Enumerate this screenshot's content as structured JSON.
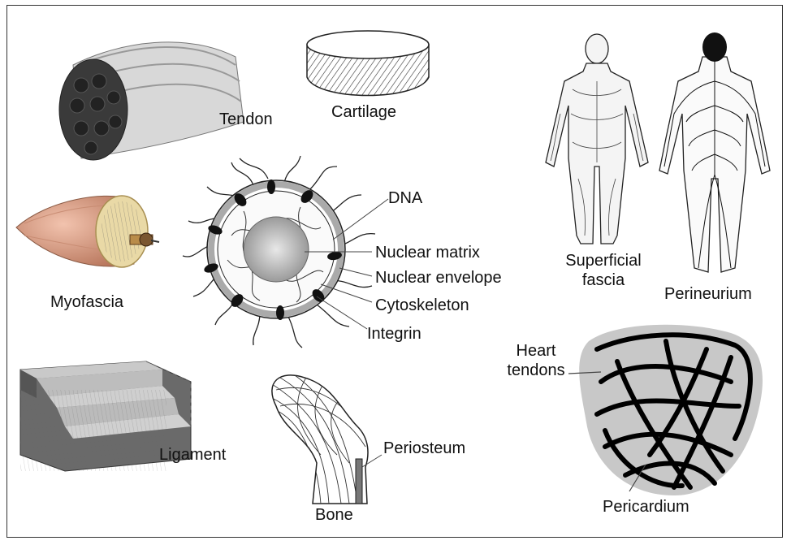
{
  "labels": {
    "tendon": "Tendon",
    "cartilage": "Cartilage",
    "myofascia": "Myofascia",
    "dna": "DNA",
    "nuclear_matrix": "Nuclear matrix",
    "nuclear_envelope": "Nuclear envelope",
    "cytoskeleton": "Cytoskeleton",
    "integrin": "Integrin",
    "ligament": "Ligament",
    "bone": "Bone",
    "periosteum": "Periosteum",
    "superficial_fascia_line1": "Superficial",
    "superficial_fascia_line2": "fascia",
    "perineurium": "Perineurium",
    "heart_tendons_line1": "Heart",
    "heart_tendons_line2": "tendons",
    "pericardium": "Pericardium"
  },
  "colors": {
    "text": "#111111",
    "muscle": "#d9a58c",
    "fascia_wrap": "#efe2b8",
    "pericardium_halo": "#c8c8c8",
    "nerve_dark": "#000000",
    "bone_stroke": "#333333"
  }
}
